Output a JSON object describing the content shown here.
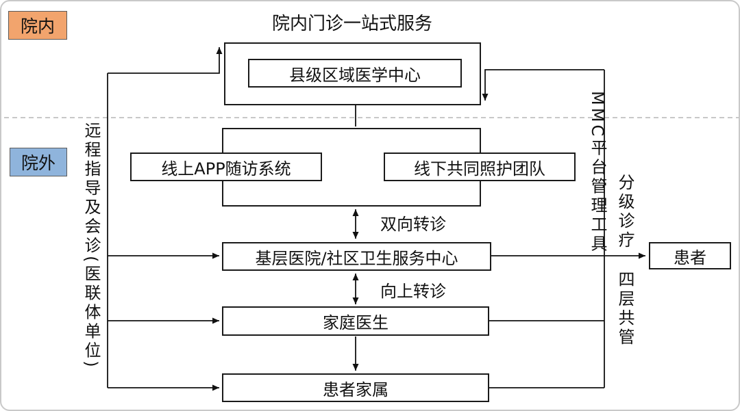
{
  "title": "院内门诊一站式服务",
  "zones": {
    "inside": {
      "label": "院内",
      "color": "#F2A46D"
    },
    "outside": {
      "label": "院外",
      "color": "#8FB4DC"
    }
  },
  "nodes": {
    "county_center": "县级区域医学中心",
    "online_app": "线上APP随访系统",
    "offline_team": "线下共同照护团队",
    "primary_hospital": "基层医院/社区卫生服务中心",
    "family_doctor": "家庭医生",
    "patient_family": "患者家属",
    "patient": "患者"
  },
  "edge_labels": {
    "two_way_referral": "双向转诊",
    "upward_referral": "向上转诊"
  },
  "side_labels": {
    "remote_guidance": "远程指导及会诊(医联体单位)",
    "mmc_platform": "MMC平台管理工具",
    "graded_care": "分级诊疗",
    "four_layer": "四层共管"
  }
}
